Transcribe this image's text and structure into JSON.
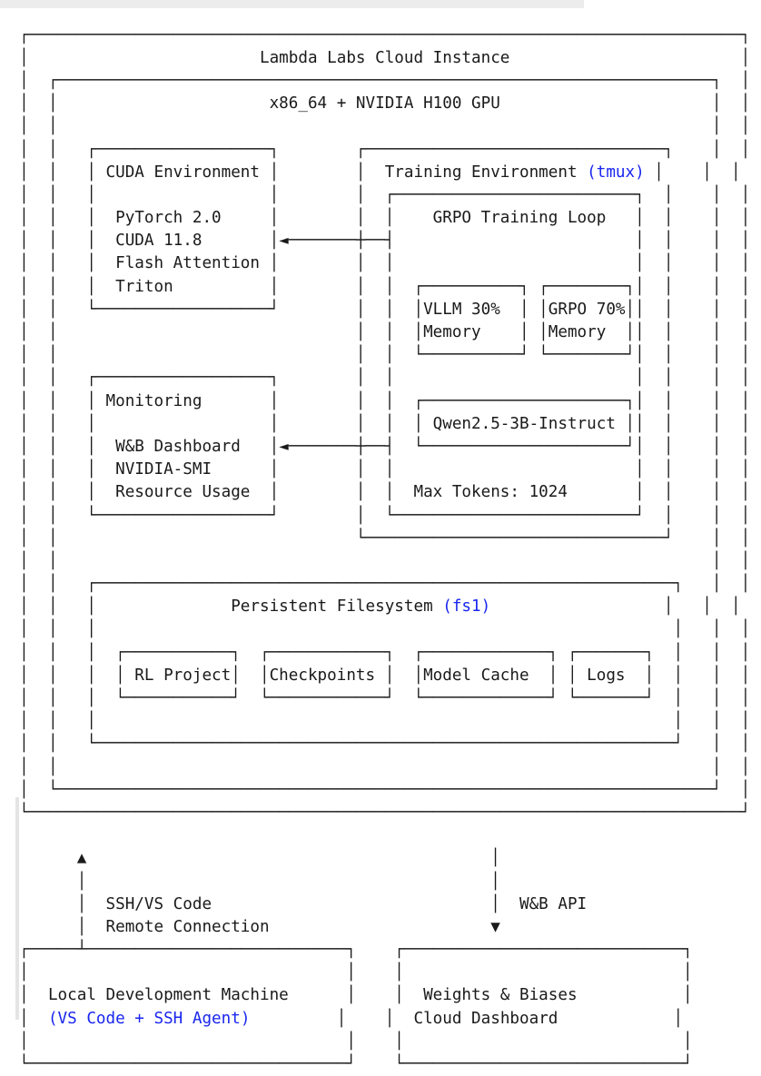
{
  "diagram": {
    "title": "Lambda Labs Cloud Instance",
    "accent_color": "#1926ef",
    "text_color": "#1a1a1a",
    "background_color": "#ffffff",
    "type": "ascii-architecture-diagram",
    "outer_box": {
      "label": "Lambda Labs Cloud Instance"
    },
    "hardware_box": {
      "label": "x86_64 + NVIDIA H100 GPU"
    },
    "cuda_environment": {
      "title": "CUDA Environment",
      "items": [
        "PyTorch 2.0",
        "CUDA 11.8",
        "Flash Attention",
        "Triton"
      ]
    },
    "training_environment": {
      "title": "Training Environment",
      "title_accent": "(tmux)",
      "grpo_loop": {
        "title": "GRPO Training Loop",
        "memory_split": [
          {
            "name": "VLLM 30%",
            "detail": "Memory"
          },
          {
            "name": "GRPO 70%",
            "detail": "Memory"
          }
        ],
        "model": "Qwen2.5-3B-Instruct",
        "max_tokens_label": "Max Tokens: 1024"
      }
    },
    "monitoring": {
      "title": "Monitoring",
      "items": [
        "W&B Dashboard",
        "NVIDIA-SMI",
        "Resource Usage"
      ]
    },
    "filesystem": {
      "title": "Persistent Filesystem",
      "title_accent": "(fs1)",
      "children": [
        "RL Project",
        "Checkpoints",
        "Model Cache",
        "Logs"
      ]
    },
    "connectors": {
      "left": {
        "arrow": "▲",
        "line1": "SSH/VS Code",
        "line2": "Remote Connection"
      },
      "right": {
        "arrow": "▼",
        "line1": "W&B API"
      }
    },
    "local_machine": {
      "line1": "Local Development Machine",
      "line2_accent": "(VS Code + SSH Agent)"
    },
    "wandb_cloud": {
      "line1": "Weights & Biases",
      "line2": "Cloud Dashboard"
    }
  },
  "ascii_lines": [
    "  ┌──────────────────────────────────────────────────────────────────────────┐",
    "  │                        Lambda Labs Cloud Instance                        │",
    "  │  ┌────────────────────────────────────────────────────────────────────┐  │",
    "  │  │                      x86_64 + NVIDIA H100 GPU                      │  │",
    "  │  │                                                                    │  │",
    "  │  │   ┌──────────────────┐        ┌───────────────────────────────┐    │  │",
    "  │  │   │ CUDA Environment │        │  Training Environment @(tmux)@ │    │  │",
    "  │  │   │                  │        │  ┌─────────────────────────┐  │    │  │",
    "  │  │   │  PyTorch 2.0     │        │  │    GRPO Training Loop   │  │    │  │",
    "  │  │   │  CUDA 11.8       │◄───────┼──┤                         │  │    │  │",
    "  │  │   │  Flash Attention │        │  │                         │  │    │  │",
    "  │  │   │  Triton          │        │  │  ┌──────────┐ ┌────────┐│  │    │  │",
    "  │  │   └──────────────────┘        │  │  │VLLM 30%  │ │GRPO 70%││  │    │  │",
    "  │  │                               │  │  │Memory    │ │Memory  ││  │    │  │",
    "  │  │                               │  │  └──────────┘ └────────┘│  │    │  │",
    "  │  │   ┌──────────────────┐        │  │                         │  │    │  │",
    "  │  │   │ Monitoring       │        │  │  ┌─────────────────────┐│  │    │  │",
    "  │  │   │                  │        │  │  │ Qwen2.5-3B-Instruct ││  │    │  │",
    "  │  │   │  W&B Dashboard   │◄───────┼──┤  └─────────────────────┘│  │    │  │",
    "  │  │   │  NVIDIA-SMI      │        │  │                         │  │    │  │",
    "  │  │   │  Resource Usage  │        │  │  Max Tokens: 1024       │  │    │  │",
    "  │  │   └──────────────────┘        │  └─────────────────────────┘  │    │  │",
    "  │  │                               └───────────────────────────────┘    │  │",
    "  │  │                                                                    │  │",
    "  │  │   ┌────────────────────────────────────────────────────────────┐   │  │",
    "  │  │   │              Persistent Filesystem @(fs1)@                  │   │  │",
    "  │  │   │                                                            │   │  │",
    "  │  │   │  ┌───────────┐  ┌────────────┐  ┌─────────────┐ ┌───────┐  │   │  │",
    "  │  │   │  │ RL Project│  │Checkpoints │  │Model Cache  │ │ Logs  │  │   │  │",
    "  │  │   │  └───────────┘  └────────────┘  └─────────────┘ └───────┘  │   │  │",
    "  │  │   │                                                            │   │  │",
    "  │  │   └────────────────────────────────────────────────────────────┘   │  │",
    "  │  │                                                                    │  │",
    "  │  └────────────────────────────────────────────────────────────────────┘  │",
    "  └──────────────────────────────────────────────────────────────────────────┘",
    "",
    "        ▲                                          │",
    "        │                                          │",
    "        │  SSH/VS Code                             │  W&B API",
    "        │  Remote Connection                       ▼",
    "  ┌─────┴───────────────────────────┐    ┌─────────────────────────────┐",
    "  │                                 │    │                             │",
    "  │  Local Development Machine      │    │  Weights & Biases           │",
    "  │  @(VS Code + SSH Agent)@         │    │  Cloud Dashboard            │",
    "  │                                 │    │                             │",
    "  └─────────────────────────────────┘    └─────────────────────────────┘"
  ]
}
